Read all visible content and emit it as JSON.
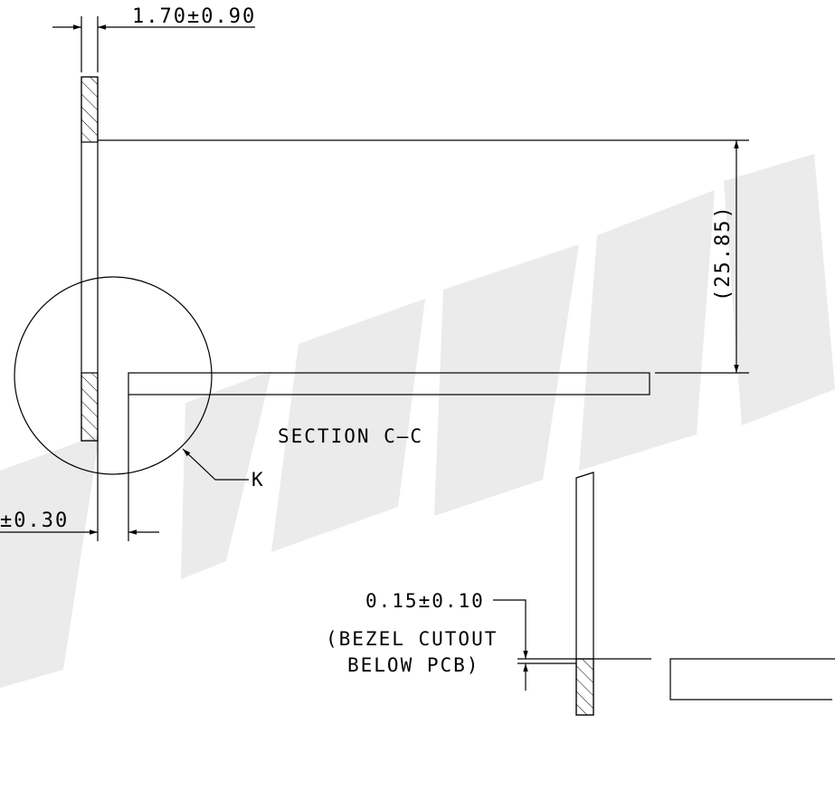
{
  "dims": {
    "top_width": "1.70±0.90",
    "height": "(25.85)",
    "left_gap": "±0.30",
    "bezel_offset": "0.15±0.10"
  },
  "labels": {
    "section": "SECTION C–C",
    "detail": "K",
    "note_line1": "(BEZEL CUTOUT",
    "note_line2": "BELOW PCB)"
  },
  "colors": {
    "line": "#000000",
    "watermark": "#ebebeb"
  }
}
